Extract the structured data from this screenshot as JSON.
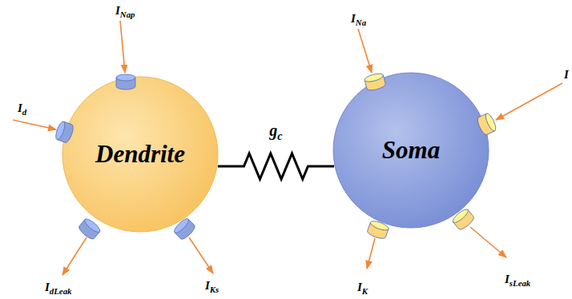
{
  "diagram": {
    "nodes": [
      {
        "text": [
          "Dendrite"
        ]
      },
      {
        "text": [
          "Soma"
        ]
      }
    ],
    "edges": [
      {
        "from": 0,
        "to": 1,
        "arrow": "none",
        "label": "gc"
      }
    ],
    "labels": [
      "INap",
      "Id",
      "IdLeak",
      "IKs",
      "INa",
      "I",
      "IK",
      "IsLeak"
    ]
  }
}
